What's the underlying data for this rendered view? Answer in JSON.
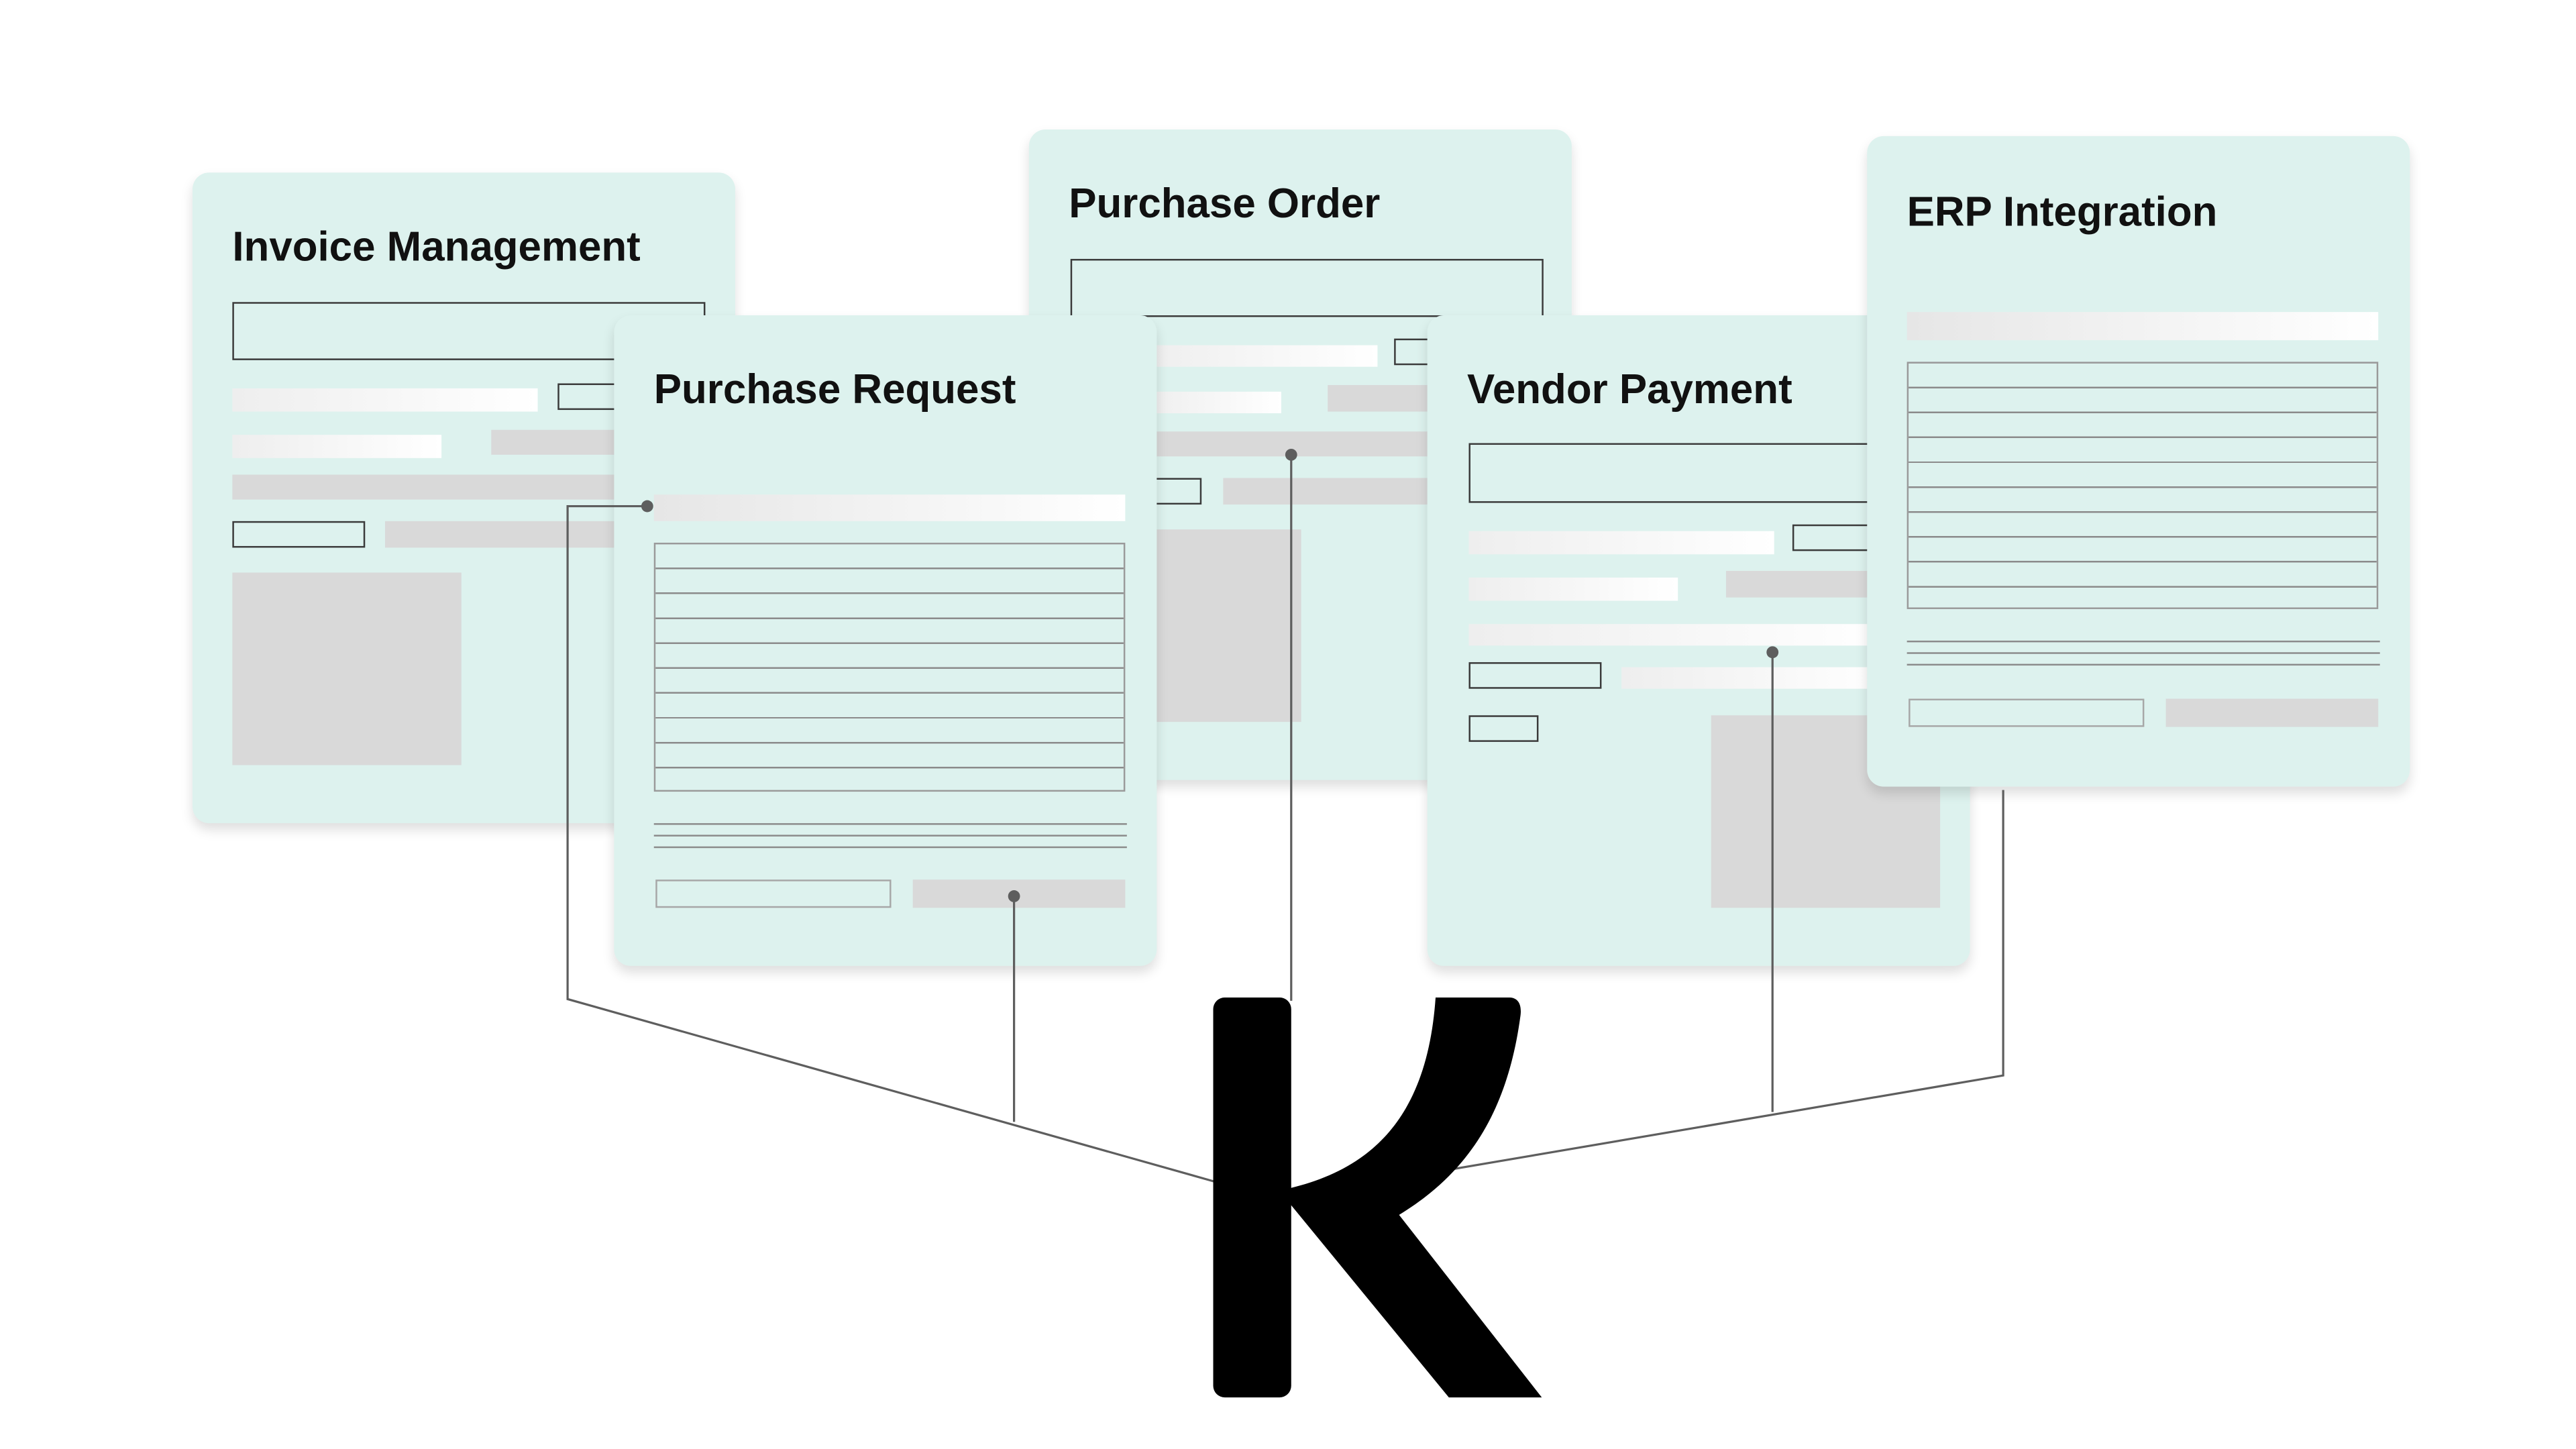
{
  "theme": {
    "card_background": "#ddf2ee",
    "title_color": "#111111",
    "connector_color": "#5e5e5e",
    "placeholder_gray": "#d9d9d9",
    "logo_color": "#000000"
  },
  "cards": {
    "invoice_management": {
      "title": "Invoice Management"
    },
    "purchase_order": {
      "title": "Purchase Order"
    },
    "purchase_request": {
      "title": "Purchase Request"
    },
    "vendor_payment": {
      "title": "Vendor Payment"
    },
    "erp_integration": {
      "title": "ERP Integration"
    }
  },
  "logo": {
    "letter": "K",
    "icon": "k-brand-logo-icon"
  }
}
